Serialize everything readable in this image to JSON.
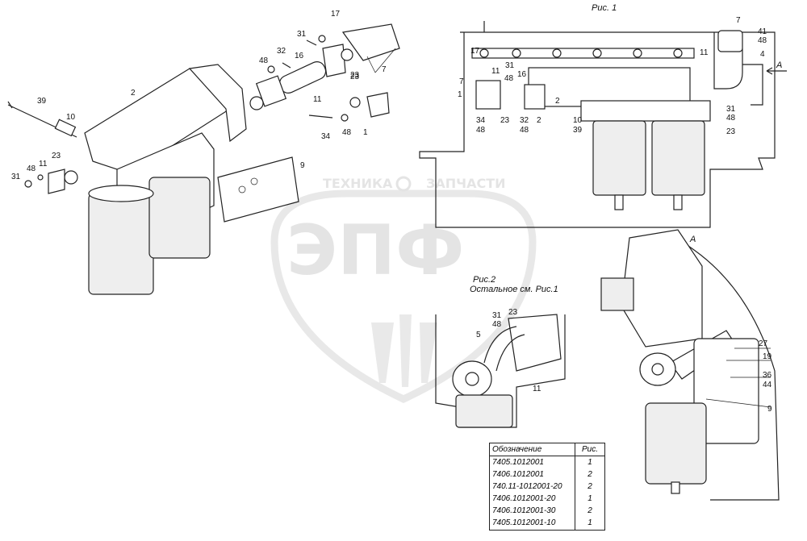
{
  "figures": {
    "fig1_caption": "Рис. 1",
    "fig2_caption": "Рис.2",
    "fig2_note": "Остальное см. Рис.1",
    "view_a_label": "А",
    "arrow_a_label": "А"
  },
  "watermark": {
    "line1": "ТЕХНИКА",
    "line2": "ЗАПЧАСТИ",
    "logo": "ЭПФ"
  },
  "callouts": {
    "exploded": [
      "2",
      "39",
      "10",
      "23",
      "48",
      "31",
      "11",
      "9",
      "16",
      "32",
      "48",
      "31",
      "23",
      "11",
      "34",
      "48",
      "1",
      "17",
      "23",
      "7"
    ],
    "fig1": [
      "7",
      "41",
      "48",
      "4",
      "11",
      "17",
      "31",
      "7",
      "11",
      "48",
      "16",
      "1",
      "34",
      "48",
      "23",
      "32",
      "48",
      "2",
      "10",
      "39",
      "2",
      "31",
      "48",
      "23"
    ],
    "fig2": [
      "31",
      "48",
      "23",
      "5",
      "11"
    ],
    "view_a": [
      "27",
      "19",
      "36",
      "44",
      "9"
    ]
  },
  "table": {
    "header": [
      "Обозначение",
      "Рис."
    ],
    "rows": [
      [
        "7405.1012001",
        "1"
      ],
      [
        "7406.1012001",
        "2"
      ],
      [
        "740.11-1012001-20",
        "2"
      ],
      [
        "7406.1012001-20",
        "1"
      ],
      [
        "7406.1012001-30",
        "2"
      ],
      [
        "7405.1012001-10",
        "1"
      ]
    ]
  }
}
